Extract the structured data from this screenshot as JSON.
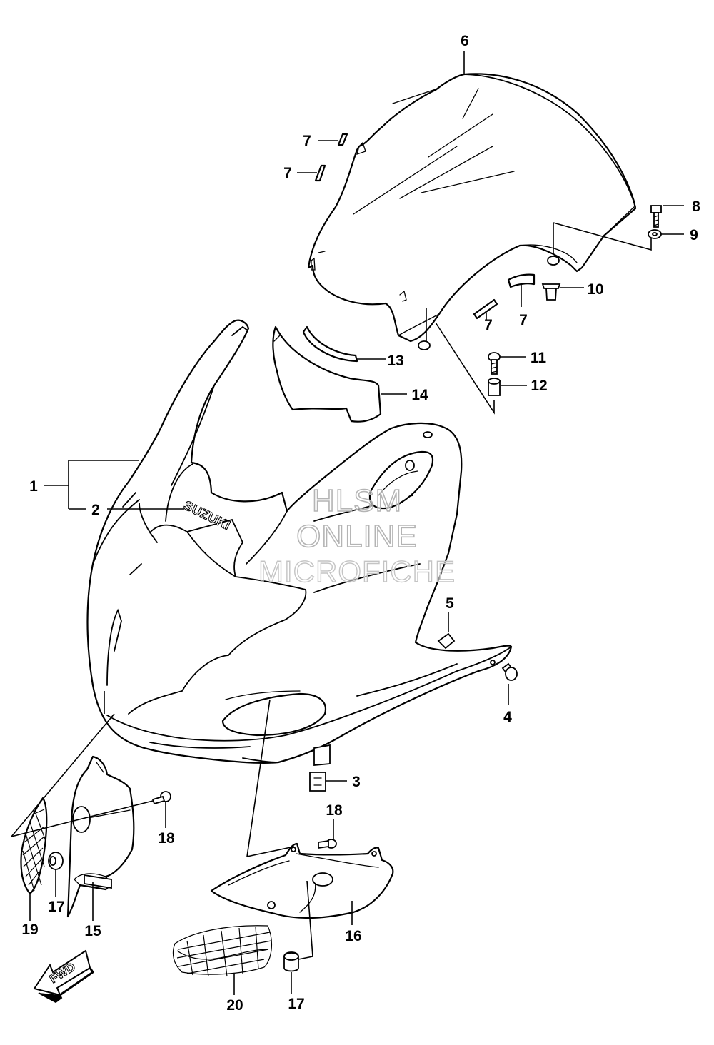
{
  "diagram": {
    "brand_label": "SUZUKI",
    "direction_badge": "FWD",
    "watermark": [
      "HLSM",
      "ONLINE",
      "MICROFICHE"
    ],
    "callouts": {
      "c1": "1",
      "c2": "2",
      "c3": "3",
      "c4": "4",
      "c5": "5",
      "c6": "6",
      "c7a": "7",
      "c7b": "7",
      "c7c": "7",
      "c7d": "7",
      "c8": "8",
      "c9": "9",
      "c10": "10",
      "c11": "11",
      "c12": "12",
      "c13": "13",
      "c14": "14",
      "c15": "15",
      "c16": "16",
      "c17a": "17",
      "c17b": "17",
      "c18a": "18",
      "c18b": "18",
      "c19": "19",
      "c20": "20"
    }
  }
}
